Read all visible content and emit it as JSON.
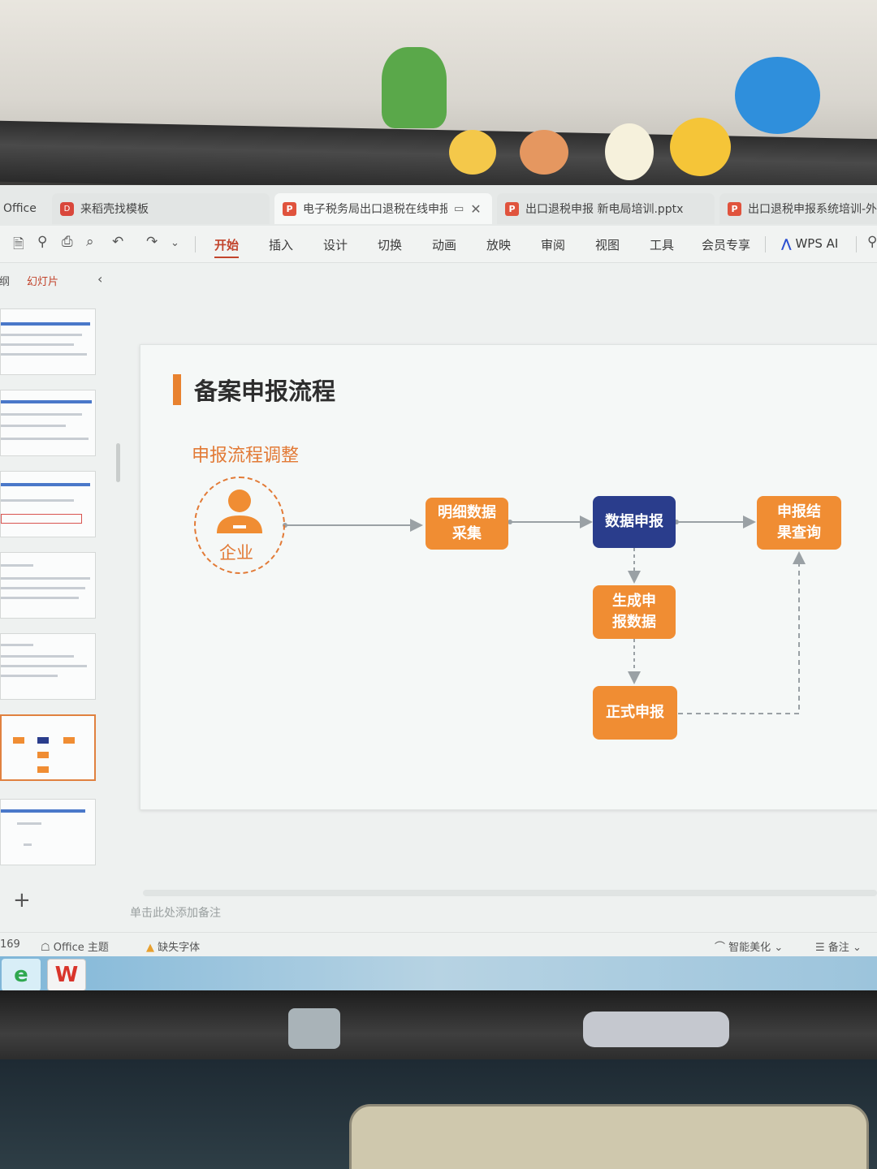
{
  "tabs": [
    {
      "label": "Office",
      "icon": "office-icon"
    },
    {
      "label": "来稻壳找模板",
      "icon": "docer-icon"
    },
    {
      "label": "电子税务局出口退税在线申报",
      "icon": "ppt-icon",
      "active": true
    },
    {
      "label": "出口退税申报 新电局培训.pptx",
      "icon": "ppt-icon"
    },
    {
      "label": "出口退税申报系统培训-外贸",
      "icon": "ppt-icon"
    }
  ],
  "ribbon": {
    "menus": [
      "开始",
      "插入",
      "设计",
      "切换",
      "动画",
      "放映",
      "审阅",
      "视图",
      "工具",
      "会员专享"
    ],
    "active_menu": "开始",
    "ai_label": "WPS AI"
  },
  "left_pane": {
    "tab_outline": "大纲",
    "tab_slides": "幻灯片"
  },
  "slide": {
    "title": "备案申报流程",
    "subtitle": "申报流程调整",
    "actor_label": "企业",
    "steps": {
      "collect": "明细数据\n采集",
      "declare": "数据申报",
      "result": "申报结\n果查询",
      "generate": "生成申\n报数据",
      "formal": "正式申报"
    }
  },
  "notes_placeholder": "单击此处添加备注",
  "status": {
    "slide_count": "169",
    "theme": "Office 主题",
    "missing_font": "缺失字体",
    "smart_beautify": "智能美化",
    "notes": "备注"
  },
  "colors": {
    "accent_orange": "#f08d33",
    "navy": "#2a3d8c",
    "active_menu": "#c2442c"
  }
}
